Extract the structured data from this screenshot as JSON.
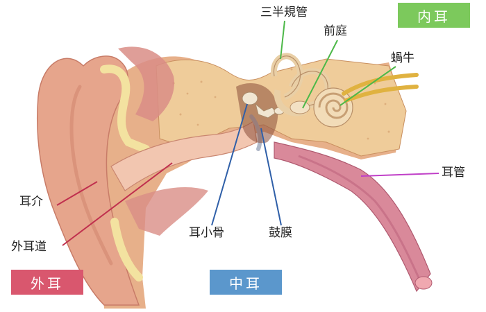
{
  "labels": {
    "semicircular_canals": "三半規管",
    "vestibule": "前庭",
    "cochlea": "蝸牛",
    "eustachian_tube": "耳管",
    "auricle": "耳介",
    "ear_canal": "外耳道",
    "ossicles": "耳小骨",
    "eardrum": "鼓膜"
  },
  "badges": {
    "outer_ear": "外耳",
    "middle_ear": "中耳",
    "inner_ear": "内耳"
  },
  "colors": {
    "outer_ear": "#d9576e",
    "middle_ear": "#5b97cc",
    "inner_ear": "#7cc95c",
    "outer_leader": "#c0304e",
    "middle_leader": "#2f5fa8",
    "inner_leader": "#4cb848",
    "tube_leader": "#c040c8"
  }
}
